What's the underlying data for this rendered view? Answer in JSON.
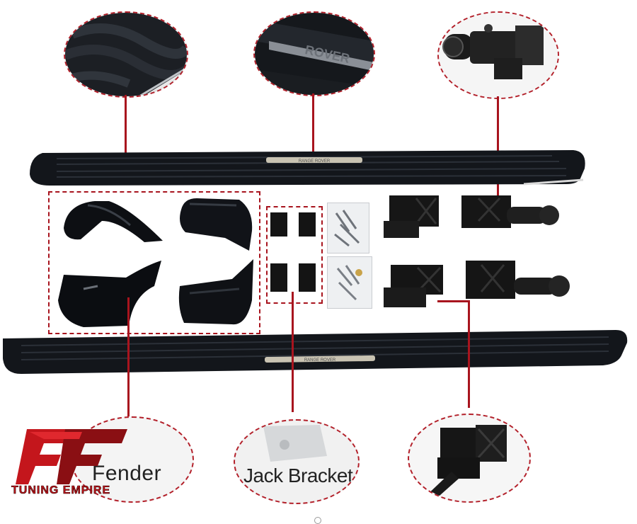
{
  "labels": {
    "fender": "Fender",
    "jack_bracket": "Jack Bracket"
  },
  "brand": {
    "tagline": "TUNING EMPIRE",
    "colors": {
      "red": "#c4161c",
      "dark_red": "#7a0d10",
      "black": "#111111"
    }
  },
  "step_plate_text": "RANGE ROVER",
  "bubble_detail_text": "ROVER",
  "accent_color": "#a8141e"
}
